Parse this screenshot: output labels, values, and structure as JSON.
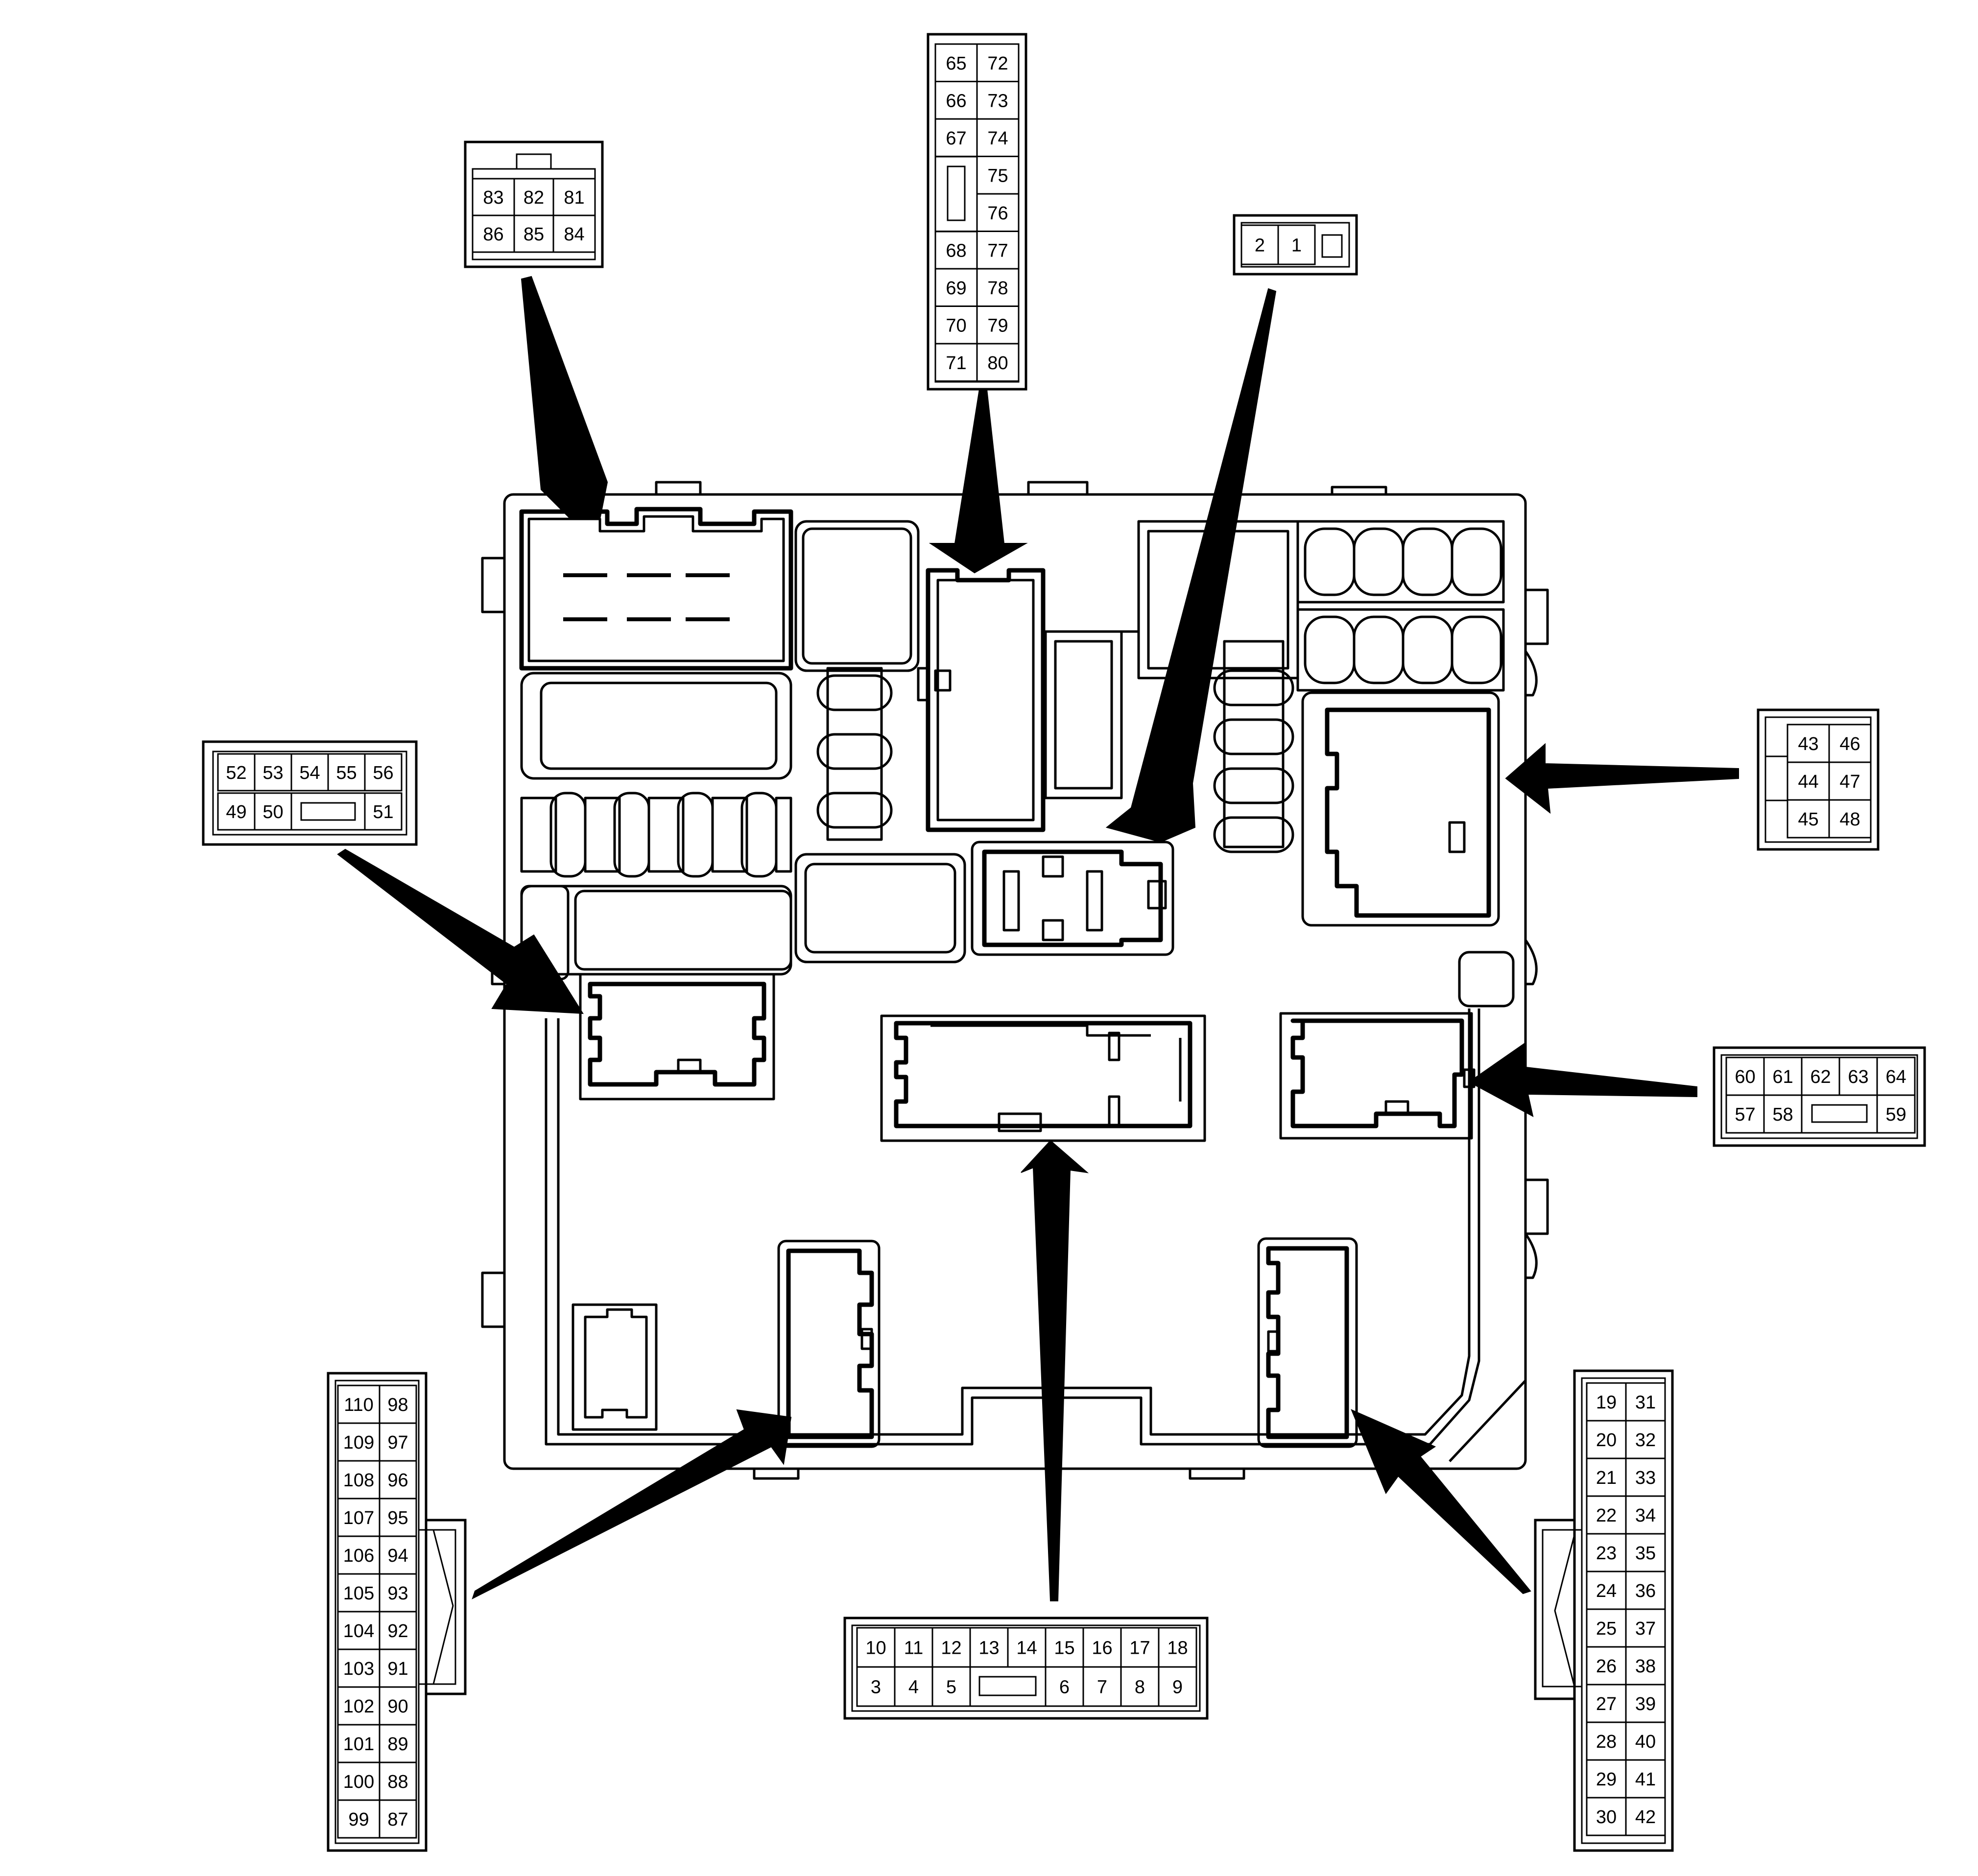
{
  "connectors": {
    "c1": {
      "cells": [
        "83",
        "82",
        "81",
        "86",
        "85",
        "84"
      ]
    },
    "c2": {
      "cells": [
        "65",
        "72",
        "66",
        "73",
        "67",
        "74",
        "75",
        "76",
        "68",
        "77",
        "69",
        "78",
        "70",
        "79",
        "71",
        "80"
      ]
    },
    "c3": {
      "cells": [
        "2",
        "1"
      ]
    },
    "c4": {
      "cells": [
        "52",
        "53",
        "54",
        "55",
        "56",
        "49",
        "50",
        "51"
      ]
    },
    "c5": {
      "cells": [
        "43",
        "46",
        "44",
        "47",
        "45",
        "48"
      ]
    },
    "c6": {
      "cells": [
        "60",
        "61",
        "62",
        "63",
        "64",
        "57",
        "58",
        "59"
      ]
    },
    "c7": {
      "cells": [
        "10",
        "11",
        "12",
        "13",
        "14",
        "15",
        "16",
        "17",
        "18",
        "3",
        "4",
        "5",
        "6",
        "7",
        "8",
        "9"
      ]
    },
    "c8": {
      "cells": [
        "110",
        "98",
        "109",
        "97",
        "108",
        "96",
        "107",
        "95",
        "106",
        "94",
        "105",
        "93",
        "104",
        "92",
        "103",
        "91",
        "102",
        "90",
        "101",
        "89",
        "100",
        "88",
        "99",
        "87"
      ]
    },
    "c9": {
      "cells": [
        "19",
        "31",
        "20",
        "32",
        "21",
        "33",
        "22",
        "34",
        "23",
        "35",
        "24",
        "36",
        "25",
        "37",
        "26",
        "38",
        "27",
        "39",
        "28",
        "40",
        "29",
        "41",
        "30",
        "42"
      ]
    }
  },
  "colors": {
    "line": "#000000",
    "background": "#ffffff"
  }
}
